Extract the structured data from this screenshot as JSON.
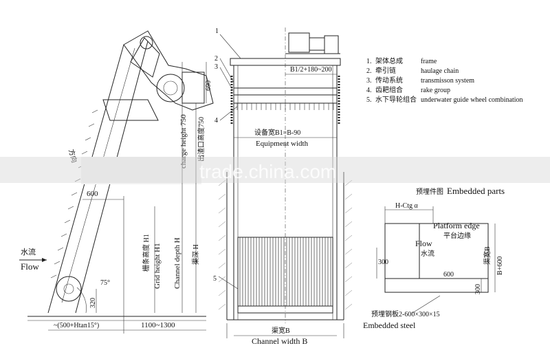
{
  "diagram": {
    "watermark": "trade.china.com",
    "callouts": [
      "1",
      "2",
      "3",
      "4",
      "5"
    ],
    "legend": [
      {
        "num": "1.",
        "zh": "架体总成",
        "en": "frame"
      },
      {
        "num": "2.",
        "zh": "牵引链",
        "en": "haulage chain"
      },
      {
        "num": "3.",
        "zh": "传动系统",
        "en": "transmisson system"
      },
      {
        "num": "4.",
        "zh": "齿耙组合",
        "en": "rake group"
      },
      {
        "num": "5.",
        "zh": "水下导轮组合",
        "en": "underwater guide wheel combination"
      }
    ],
    "side_view": {
      "flow_zh": "水流",
      "flow_en": "Flow",
      "dim_600": "600",
      "dim_bottom_left": "~(500+Htan15°)",
      "dim_bottom_right": "1100~1300",
      "angle": "75°",
      "dim_320": "320",
      "dim_690": "690",
      "discharge_height": "charge height 750",
      "discharge_height_zh": "出渣口高度750",
      "channel_depth": "Channel depth H",
      "channel_depth_zh": "渠深 H",
      "grid_height": "Grid height H1",
      "grid_height_zh": "栅条高度 H1",
      "direction_zh": "方向"
    },
    "front_view": {
      "b_half": "B1/2+180~200",
      "equipment_width_zh": "设备宽B1=B-90",
      "equipment_width_en": "Equipment width",
      "channel_width_zh": "渠宽B",
      "channel_width_en": "Channel width B"
    },
    "embedded": {
      "title_zh": "预埋件图",
      "title_en": "Embedded parts",
      "h_ctg": "H-Ctg α",
      "platform_edge_en": "Platform edge",
      "platform_edge_zh": "平台边缘",
      "flow_en": "Flow",
      "flow_zh": "水流",
      "dim_300_left": "300",
      "dim_600": "600",
      "dim_300_right": "300",
      "b600": "B+600",
      "channel_b_zh": "渠宽B",
      "plate_zh": "预埋钢板2-600×300×15",
      "steel_en": "Embedded steel"
    }
  }
}
